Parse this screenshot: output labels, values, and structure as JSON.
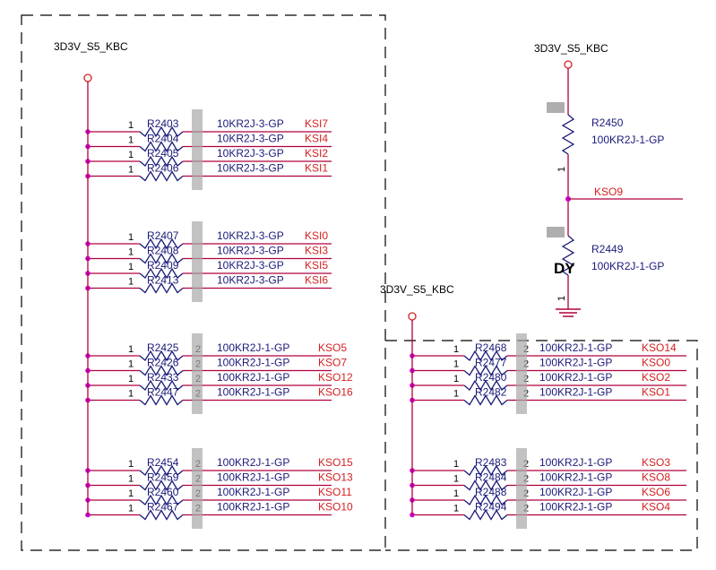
{
  "rail_label": "3D3V_S5_KBC",
  "colors": {
    "wire": "#b0003c",
    "resistor": "#1a1a7a",
    "net": "#d42020",
    "border": "#000000"
  },
  "left_groups": [
    [
      {
        "ref": "R2403",
        "value": "10KR2J-3-GP",
        "net": "KSI7",
        "pin1": "1",
        "pin2": ""
      },
      {
        "ref": "R2404",
        "value": "10KR2J-3-GP",
        "net": "KSI4",
        "pin1": "1",
        "pin2": ""
      },
      {
        "ref": "R2405",
        "value": "10KR2J-3-GP",
        "net": "KSI2",
        "pin1": "1",
        "pin2": ""
      },
      {
        "ref": "R2406",
        "value": "10KR2J-3-GP",
        "net": "KSI1",
        "pin1": "1",
        "pin2": ""
      }
    ],
    [
      {
        "ref": "R2407",
        "value": "10KR2J-3-GP",
        "net": "KSI0",
        "pin1": "1",
        "pin2": ""
      },
      {
        "ref": "R2408",
        "value": "10KR2J-3-GP",
        "net": "KSI3",
        "pin1": "1",
        "pin2": ""
      },
      {
        "ref": "R2409",
        "value": "10KR2J-3-GP",
        "net": "KSI5",
        "pin1": "1",
        "pin2": ""
      },
      {
        "ref": "R2413",
        "value": "10KR2J-3-GP",
        "net": "KSI6",
        "pin1": "1",
        "pin2": ""
      }
    ],
    [
      {
        "ref": "R2425",
        "value": "100KR2J-1-GP",
        "net": "KSO5",
        "pin1": "1",
        "pin2": "2"
      },
      {
        "ref": "R2426",
        "value": "100KR2J-1-GP",
        "net": "KSO7",
        "pin1": "1",
        "pin2": "2"
      },
      {
        "ref": "R2433",
        "value": "100KR2J-1-GP",
        "net": "KSO12",
        "pin1": "1",
        "pin2": "2"
      },
      {
        "ref": "R2447",
        "value": "100KR2J-1-GP",
        "net": "KSO16",
        "pin1": "1",
        "pin2": "2"
      }
    ],
    [
      {
        "ref": "R2454",
        "value": "100KR2J-1-GP",
        "net": "KSO15",
        "pin1": "1",
        "pin2": "2"
      },
      {
        "ref": "R2459",
        "value": "100KR2J-1-GP",
        "net": "KSO13",
        "pin1": "1",
        "pin2": "2"
      },
      {
        "ref": "R2460",
        "value": "100KR2J-1-GP",
        "net": "KSO11",
        "pin1": "1",
        "pin2": "2"
      },
      {
        "ref": "R2467",
        "value": "100KR2J-1-GP",
        "net": "KSO10",
        "pin1": "1",
        "pin2": "2"
      }
    ]
  ],
  "right_groups": [
    [
      {
        "ref": "R2468",
        "value": "100KR2J-1-GP",
        "net": "KSO14",
        "pin1": "1",
        "pin2": "2"
      },
      {
        "ref": "R2477",
        "value": "100KR2J-1-GP",
        "net": "KSO0",
        "pin1": "1",
        "pin2": "2"
      },
      {
        "ref": "R2480",
        "value": "100KR2J-1-GP",
        "net": "KSO2",
        "pin1": "1",
        "pin2": "2"
      },
      {
        "ref": "R2482",
        "value": "100KR2J-1-GP",
        "net": "KSO1",
        "pin1": "1",
        "pin2": "2"
      }
    ],
    [
      {
        "ref": "R2483",
        "value": "100KR2J-1-GP",
        "net": "KSO3",
        "pin1": "1",
        "pin2": "2"
      },
      {
        "ref": "R2484",
        "value": "100KR2J-1-GP",
        "net": "KSO8",
        "pin1": "1",
        "pin2": "2"
      },
      {
        "ref": "R2488",
        "value": "100KR2J-1-GP",
        "net": "KSO6",
        "pin1": "1",
        "pin2": "2"
      },
      {
        "ref": "R2494",
        "value": "100KR2J-1-GP",
        "net": "KSO4",
        "pin1": "1",
        "pin2": "2"
      }
    ]
  ],
  "divider": {
    "top": {
      "ref": "R2450",
      "value": "100KR2J-1-GP",
      "pin": "1"
    },
    "net": "KSO9",
    "bottom": {
      "ref": "R2449",
      "value": "100KR2J-1-GP",
      "pin": "1",
      "marker": "DY"
    }
  }
}
